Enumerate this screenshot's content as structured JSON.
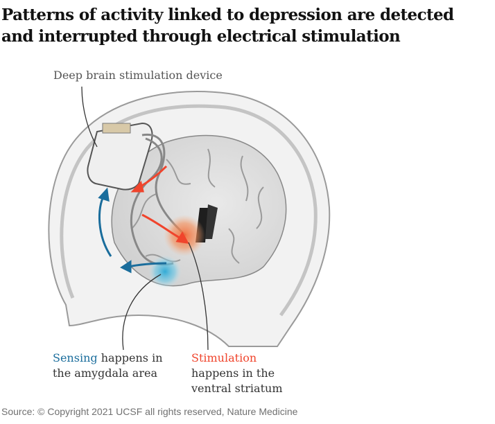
{
  "title": "Patterns of activity linked to depression are detected and interrupted through electrical stimulation",
  "labels": {
    "device": "Deep brain stimulation device",
    "sensing_highlight": "Sensing",
    "sensing_rest": " happens in the amygdala area",
    "stimulation_highlight": "Stimulation",
    "stimulation_rest": "happens in the ventral striatum"
  },
  "source": "Source: © Copyright 2021 UCSF all rights reserved, Nature Medicine",
  "colors": {
    "sensing": "#1a6d9c",
    "stimulation": "#f0442c"
  }
}
